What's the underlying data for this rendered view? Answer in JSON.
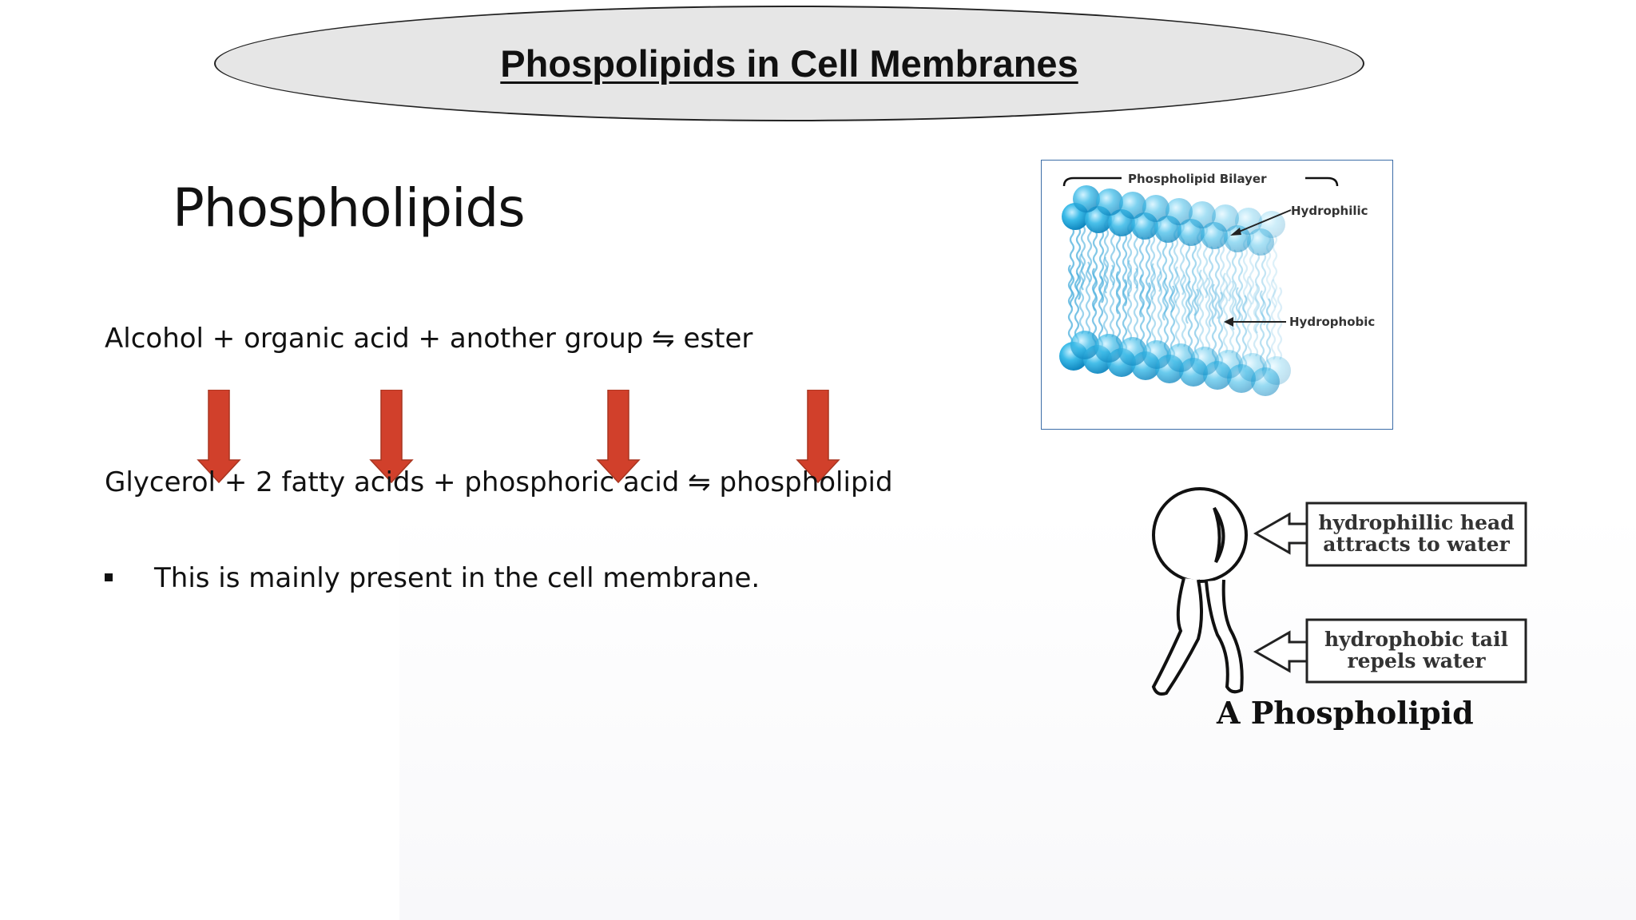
{
  "title": "Phospolipids in Cell Membranes",
  "heading": "Phospholipids",
  "equation_general": "Alcohol + organic acid + another group ⇋ ester",
  "equation_specific": "Glycerol + 2 fatty acids + phosphoric acid ⇋ phospholipid",
  "bullets": [
    "This is mainly present in the cell membrane."
  ],
  "colors": {
    "arrow": "#d1402b",
    "arrow_border": "#a83520",
    "head": "#2aa8dc",
    "title_fill": "#e6e6e6"
  },
  "bilayer_figure": {
    "label_top": "Phospholipid Bilayer",
    "label_hydrophilic": "Hydrophilic",
    "label_hydrophobic": "Hydrophobic"
  },
  "phospholipid_figure": {
    "head_label_line1": "hydrophillic head",
    "head_label_line2": "attracts to water",
    "tail_label_line1": "hydrophobic tail",
    "tail_label_line2": "repels water",
    "caption": "A Phospholipid"
  }
}
